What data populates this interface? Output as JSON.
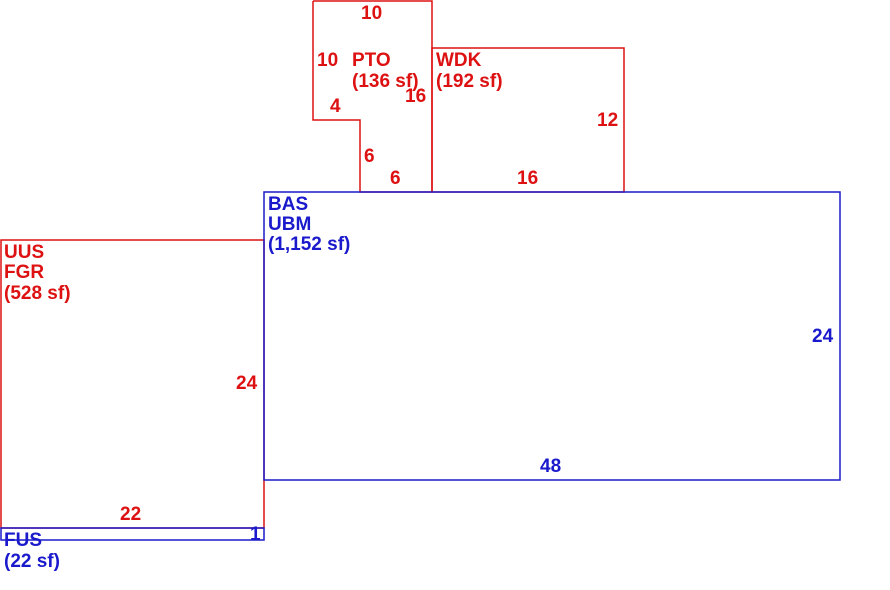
{
  "colors": {
    "red": "#dd1111",
    "blue": "#1a1acc"
  },
  "areas": {
    "pto": {
      "code": "PTO",
      "area": "(136 sf)"
    },
    "wdk": {
      "code": "WDK",
      "area": "(192 sf)"
    },
    "bas": {
      "code1": "BAS",
      "code2": "UBM",
      "area": "(1,152 sf)"
    },
    "uus": {
      "code1": "UUS",
      "code2": "FGR",
      "area": "(528 sf)"
    },
    "fus": {
      "code": "FUS",
      "area": "(22 sf)"
    }
  },
  "dimensions": {
    "pto_top": "10",
    "pto_left": "10",
    "pto_step_h": "4",
    "pto_step_v": "6",
    "pto_bottom": "6",
    "pto_right": "16",
    "wdk_right": "12",
    "wdk_bottom": "16",
    "bas_right": "24",
    "bas_bottom": "48",
    "uus_right": "24",
    "uus_bottom": "22",
    "fus_right": "1"
  }
}
